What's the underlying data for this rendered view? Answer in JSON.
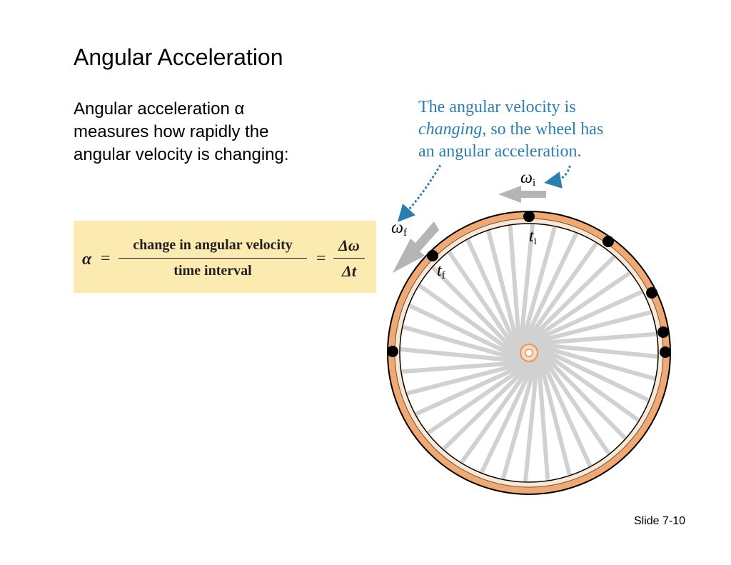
{
  "slide": {
    "title": "Angular Acceleration",
    "body_lines": [
      "Angular acceleration α",
      "measures how rapidly the",
      "angular velocity is changing:"
    ],
    "footer": "Slide 7-10"
  },
  "formula": {
    "lhs": "α",
    "equals": "=",
    "numerator": "change in angular velocity",
    "denominator": "time interval",
    "delta_numerator": "Δω",
    "delta_denominator": "Δt"
  },
  "figure": {
    "caption_lines": [
      [
        "The angular velocity is"
      ],
      [
        "changing",
        ", so the wheel has"
      ],
      [
        "an angular acceleration."
      ]
    ],
    "labels": {
      "omega_i": {
        "symbol": "ω",
        "sub": "i"
      },
      "omega_f": {
        "symbol": "ω",
        "sub": "f"
      },
      "t_i": {
        "symbol": "t",
        "sub": "i"
      },
      "t_f": {
        "symbol": "t",
        "sub": "f"
      }
    },
    "colors": {
      "caption": "#2a7fb0",
      "rim": "#f2a971",
      "formula_bg": "#fcebb0",
      "arrow": "#b5b5b5"
    }
  }
}
